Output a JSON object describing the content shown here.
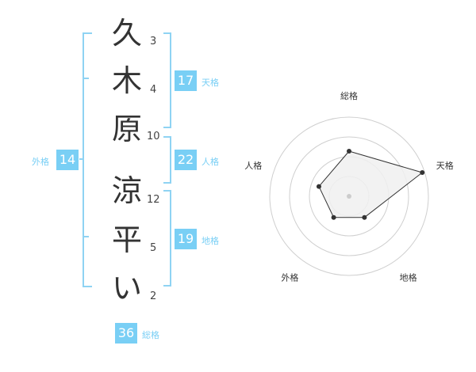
{
  "name_chars": [
    {
      "char": "久",
      "strokes": "3"
    },
    {
      "char": "木",
      "strokes": "4"
    },
    {
      "char": "原",
      "strokes": "10"
    },
    {
      "char": "涼",
      "strokes": "12"
    },
    {
      "char": "平",
      "strokes": "5"
    },
    {
      "char": "い",
      "strokes": "2"
    }
  ],
  "scores": {
    "tenkaku": {
      "value": "17",
      "label": "天格"
    },
    "jinkaku": {
      "value": "22",
      "label": "人格"
    },
    "chikaku": {
      "value": "19",
      "label": "地格"
    },
    "gaikaku": {
      "value": "14",
      "label": "外格"
    },
    "soukaku": {
      "value": "36",
      "label": "総格"
    }
  },
  "colors": {
    "accent": "#79cff5",
    "bracket": "#8fd3f3",
    "text": "#333333"
  },
  "chart_data": {
    "type": "radar",
    "axes": [
      "総格",
      "天格",
      "地格",
      "外格",
      "人格"
    ],
    "values": [
      0.57,
      0.97,
      0.33,
      0.33,
      0.4
    ],
    "range": [
      0,
      1
    ],
    "rings": 4
  }
}
